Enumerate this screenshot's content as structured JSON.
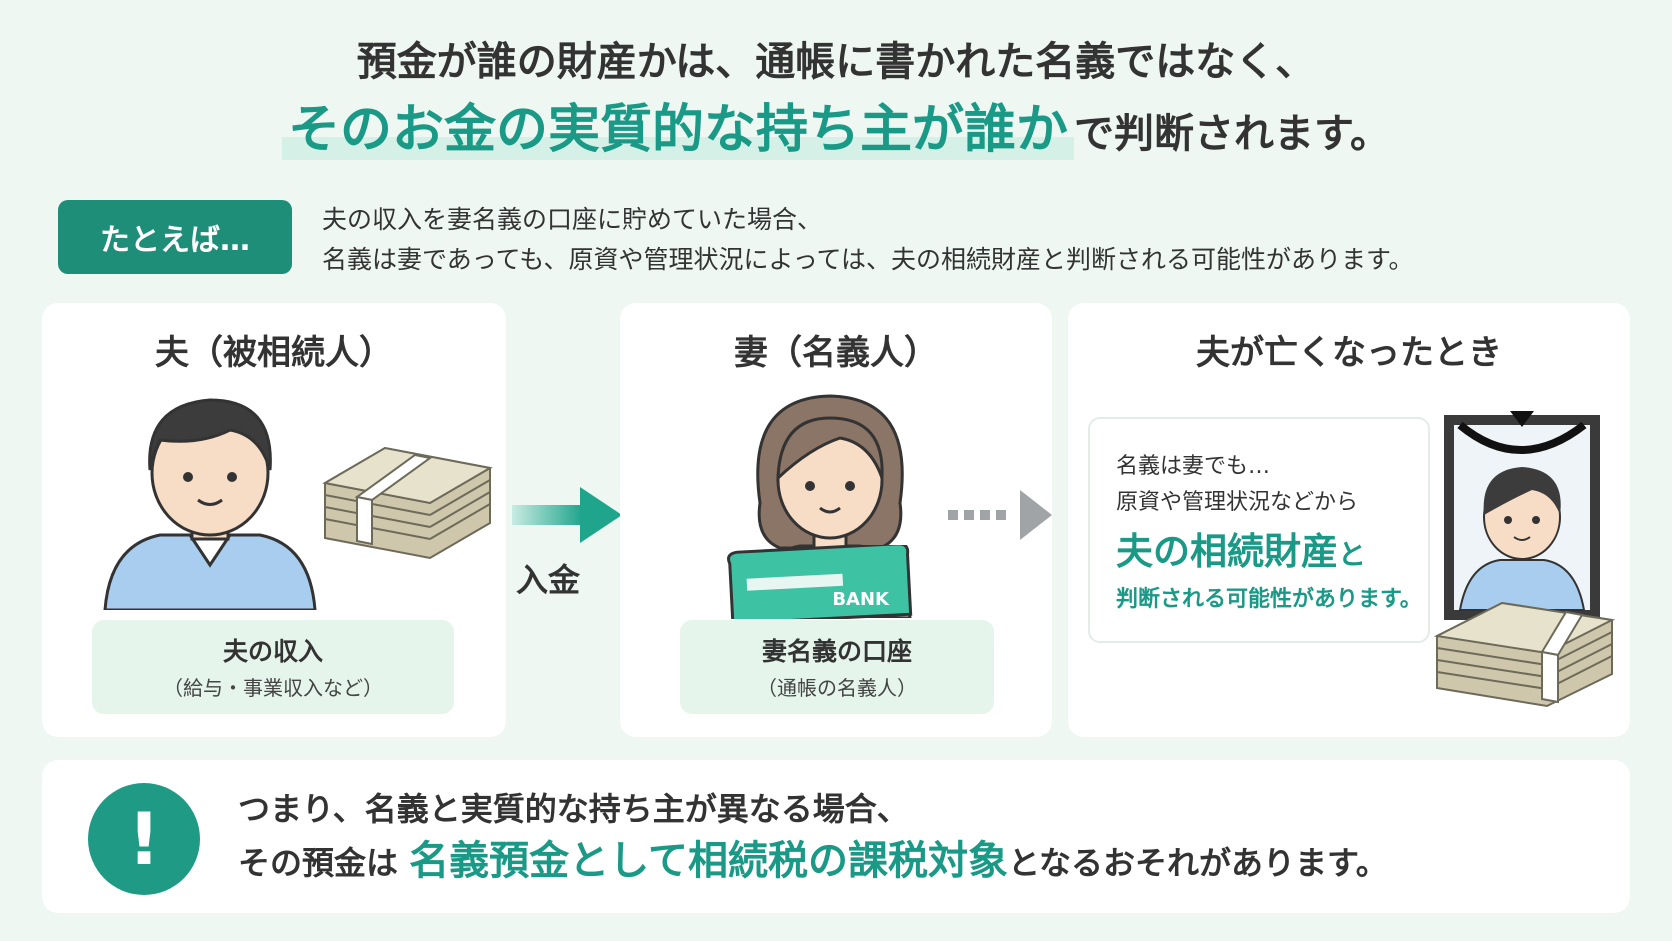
{
  "headline": {
    "line1": "預金が誰の財産かは、通帳に書かれた名義ではなく、",
    "line2_emphasis": "そのお金の実質的な持ち主が誰か",
    "line2_rest": "で判断されます。"
  },
  "example": {
    "badge": "たとえば…",
    "line1": "夫の収入を妻名義の口座に貯めていた場合、",
    "line2": "名義は妻であっても、原資や管理状況によっては、夫の相続財産と判断される可能性があります。"
  },
  "cards": {
    "husband": {
      "title": "夫（被相続人）",
      "caption_main": "夫の収入",
      "caption_sub": "（給与・事業収入など）"
    },
    "arrow_label": "入金",
    "wife": {
      "title": "妻（名義人）",
      "bank_label": "BANK",
      "caption_main": "妻名義の口座",
      "caption_sub": "（通帳の名義人）"
    },
    "death": {
      "title": "夫が亡くなったとき",
      "line1": "名義は妻でも…",
      "line2": "原資や管理状況などから",
      "emphasis": "夫の相続財産",
      "emphasis_suffix": "と",
      "line3": "判断される可能性があります。"
    }
  },
  "conclusion": {
    "icon": "exclamation-icon",
    "line1": "つまり、名義と実質的な持ち主が異なる場合、",
    "line2_prefix": "その預金は",
    "line2_emphasis": "名義預金として相続税の課税対象",
    "line2_suffix": "となるおそれがあります。"
  },
  "colors": {
    "accent": "#1a9a86",
    "badge": "#1f8e79",
    "background": "#eef7f1",
    "caption_bg": "#e5f5ec"
  }
}
